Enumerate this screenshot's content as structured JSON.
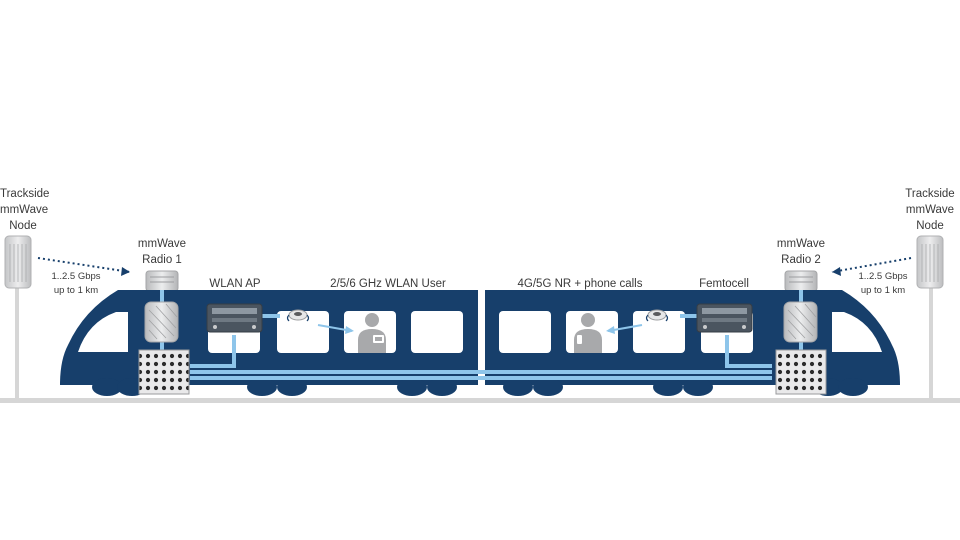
{
  "colors": {
    "train_body": "#173f6b",
    "window": "#ffffff",
    "link": "#8ec5ea",
    "ground": "#d6d6d6",
    "device_gray": "#c9cacc",
    "dark_device": "#4b5560",
    "wheel": "#173f6b"
  },
  "left_node": {
    "label_lines": [
      "Trackside",
      "mmWave",
      "Node"
    ],
    "speed": "1..2.5 Gbps",
    "range": "up to 1 km"
  },
  "right_node": {
    "label_lines": [
      "Trackside",
      "mmWave",
      "Node"
    ],
    "speed": "1..2.5 Gbps",
    "range": "up to 1 km"
  },
  "radio1": {
    "label_lines": [
      "mmWave",
      "Radio 1"
    ]
  },
  "radio2": {
    "label_lines": [
      "mmWave",
      "Radio 2"
    ]
  },
  "wlan_ap": {
    "label": "WLAN AP"
  },
  "wlan_user": {
    "label": "2/5/6 GHz WLAN User"
  },
  "cellular_user": {
    "label": "4G/5G NR + phone calls"
  },
  "femtocell": {
    "label": "Femtocell"
  },
  "icons": [
    "trackside-node-icon",
    "radio-icon",
    "switch-icon",
    "access-point-icon",
    "antenna-icon",
    "user-icon"
  ]
}
